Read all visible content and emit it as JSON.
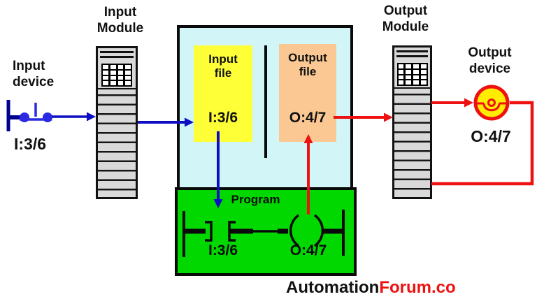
{
  "labels": {
    "input_device": "Input\ndevice",
    "input_module": "Input\nModule",
    "output_module": "Output\nModule",
    "output_device": "Output\ndevice"
  },
  "cpu": {
    "input_file": {
      "title": "Input\nfile",
      "address": "I:3/6"
    },
    "output_file": {
      "title": "Output\nfile",
      "address": "O:4/7"
    },
    "program": {
      "title": "Program",
      "contact_address": "I:3/6",
      "coil_address": "O:4/7"
    }
  },
  "devices": {
    "input_device_address": "I:3/6",
    "output_device_address": "O:4/7"
  },
  "watermark": {
    "part_black": "Automation",
    "part_red": "Forum.co"
  },
  "icons": {
    "input_device_symbol": "switch-contact-icon",
    "output_device_symbol": "lamp-icon",
    "program_contact_symbol": "normally-open-contact-icon",
    "program_coil_symbol": "output-coil-icon"
  },
  "colors": {
    "input_signal_blue": "#0d0dc4",
    "output_signal_red": "#ee1111",
    "cpu_background": "#d2f6f7",
    "input_file_background": "#ffff38",
    "output_file_background": "#fbc893",
    "program_background": "#00d800",
    "module_background": "#d9d9d9",
    "lamp_fill": "#ffec00"
  }
}
